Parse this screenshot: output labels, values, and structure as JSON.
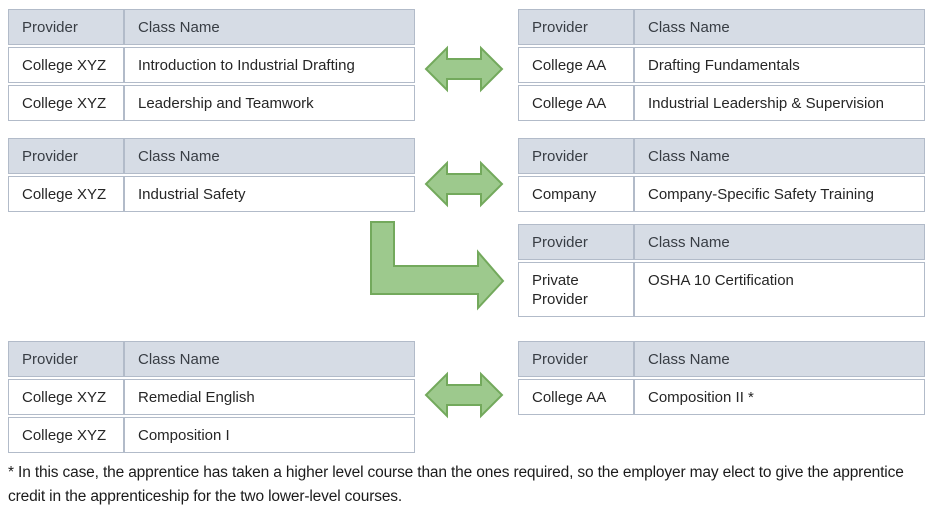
{
  "columns": {
    "provider": "Provider",
    "class_name": "Class Name"
  },
  "colors": {
    "arrow_fill": "#9dc98d",
    "arrow_stroke": "#73a95c",
    "header_bg": "#d6dce5",
    "cell_border": "#b2bbc9"
  },
  "icons": {
    "double_arrow": "left-right-double-arrow",
    "bent_arrow": "down-right-bent-arrow"
  },
  "tables": {
    "xyz_drafting_leadership": {
      "rows": [
        [
          "College XYZ",
          "Introduction to Industrial Drafting"
        ],
        [
          "College XYZ",
          "Leadership and Teamwork"
        ]
      ]
    },
    "aa_drafting_leadership": {
      "rows": [
        [
          "College AA",
          "Drafting Fundamentals"
        ],
        [
          "College AA",
          "Industrial Leadership & Supervision"
        ]
      ]
    },
    "xyz_safety": {
      "rows": [
        [
          "College XYZ",
          "Industrial Safety"
        ]
      ]
    },
    "company_safety": {
      "rows": [
        [
          "Company",
          "Company-Specific Safety Training"
        ]
      ]
    },
    "private_osha": {
      "rows": [
        [
          "Private Provider",
          "OSHA 10 Certification"
        ]
      ]
    },
    "xyz_english": {
      "rows": [
        [
          "College XYZ",
          "Remedial English"
        ],
        [
          "College XYZ",
          "Composition I"
        ]
      ]
    },
    "aa_composition": {
      "rows": [
        [
          "College AA",
          "Composition II *"
        ]
      ]
    }
  },
  "footnote": "* In this case, the apprentice has taken a higher level course than the ones required, so the employer may elect to give the apprentice credit in the apprenticeship for the two lower-level courses."
}
